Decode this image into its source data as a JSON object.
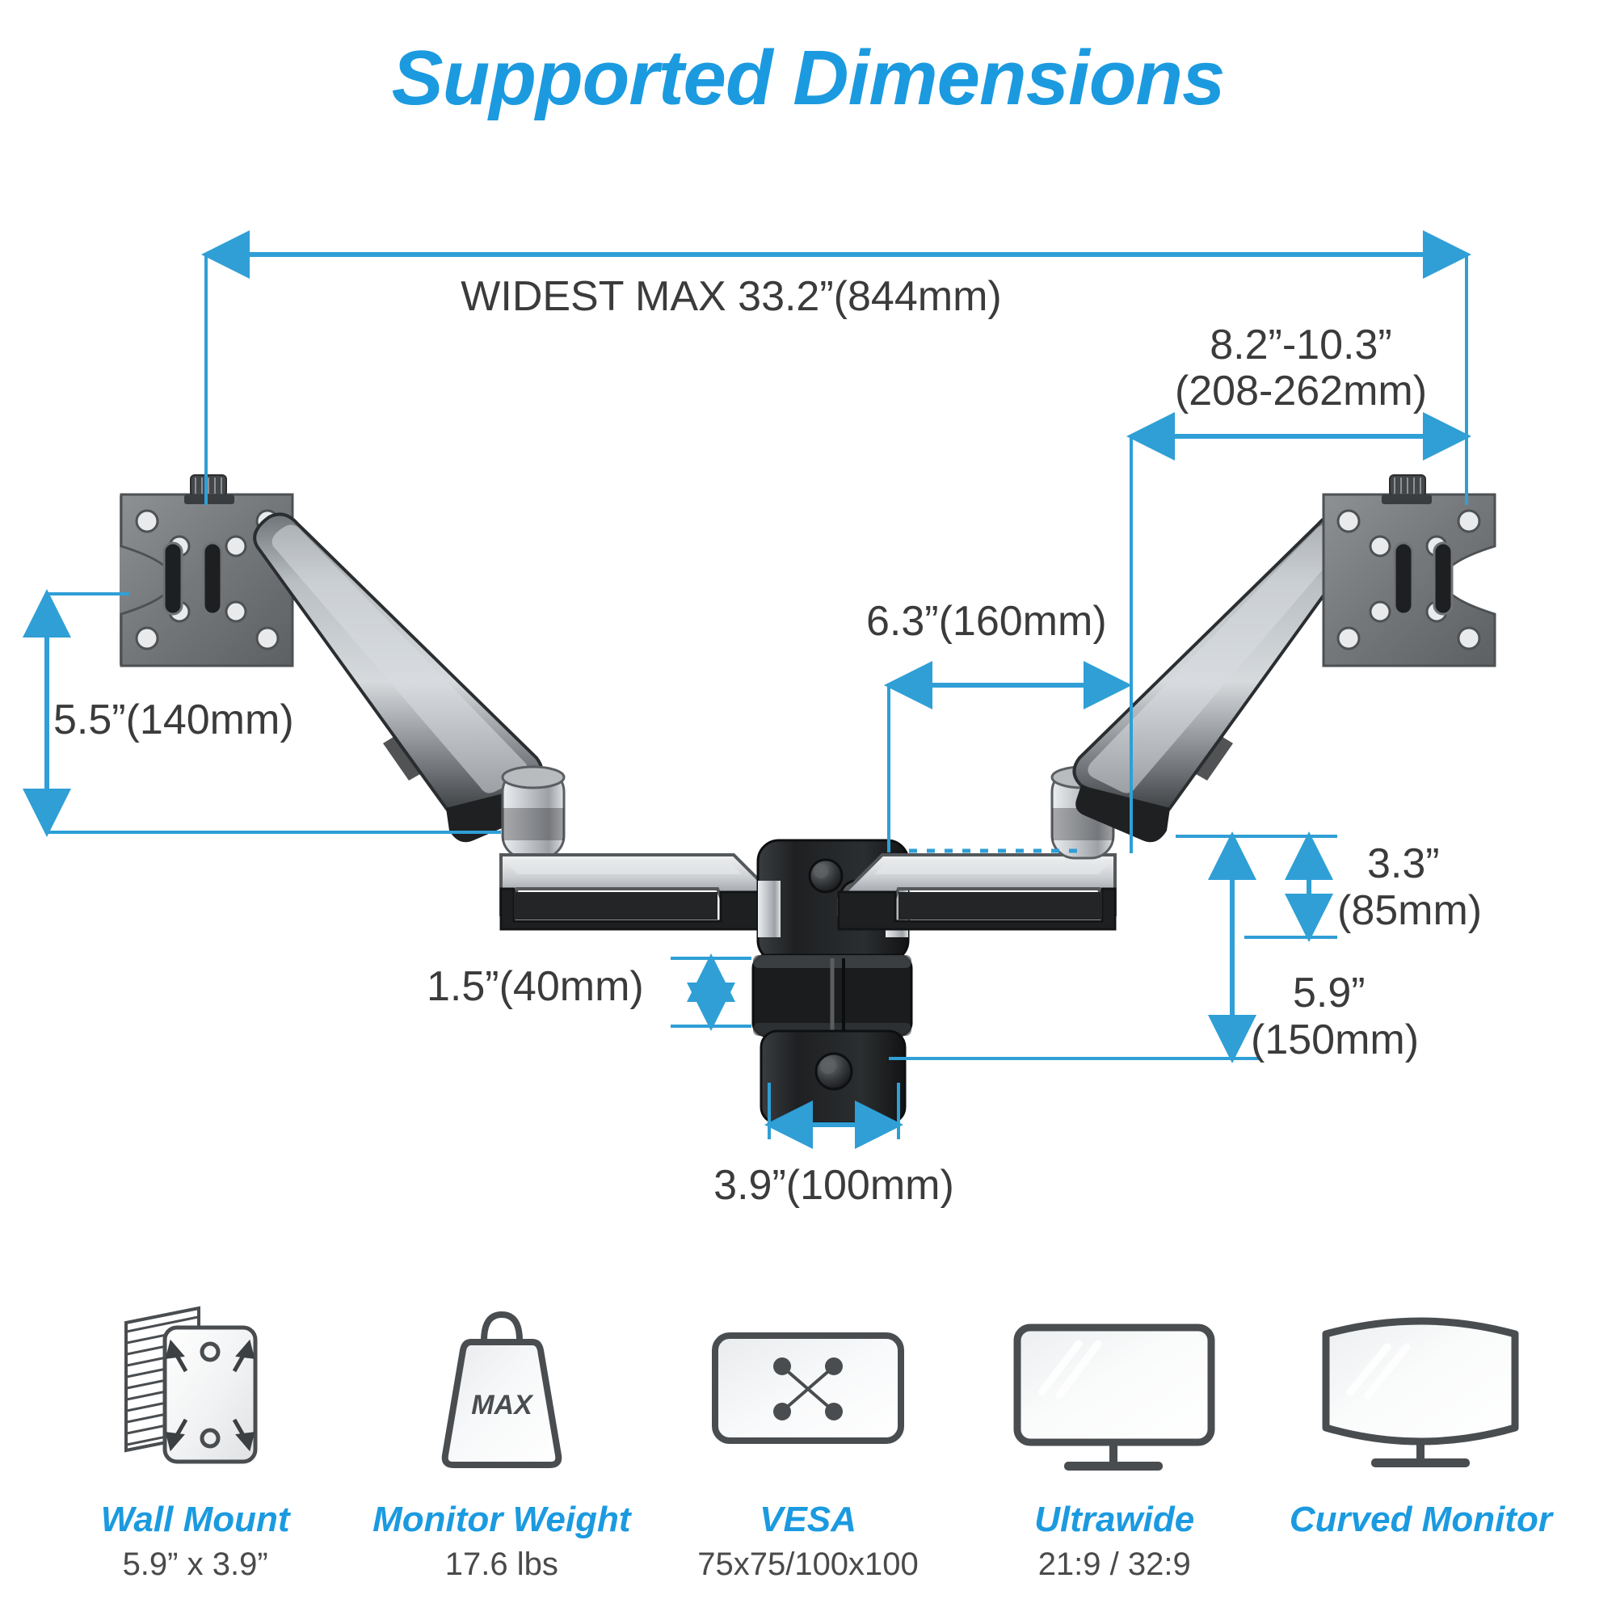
{
  "title": "Supported Dimensions",
  "colors": {
    "accent": "#1b9ae0",
    "dimension_line": "#2f9fd6",
    "text_dark": "#3b3b3b",
    "hardware_dark": "#2e2e2e",
    "hardware_silver": "#c9ccce"
  },
  "dimensions": {
    "widest_max": "WIDEST MAX 33.2”(844mm)",
    "arm_reach_in": "8.2”-10.3”",
    "arm_reach_mm": "(208-262mm)",
    "head_height": "5.5”(140mm)",
    "arm_segment": "6.3”(160mm)",
    "drop_small_in": "3.3”",
    "drop_small_mm": "(85mm)",
    "drop_large_in": "5.9”",
    "drop_large_mm": "(150mm)",
    "plate_thickness": "1.5”(40mm)",
    "plate_width": "3.9”(100mm)"
  },
  "features": [
    {
      "icon": "wall-mount-icon",
      "title": "Wall Mount",
      "sub": "5.9” x 3.9”"
    },
    {
      "icon": "weight-icon",
      "title": "Monitor Weight",
      "sub": "17.6 lbs",
      "icon_label": "MAX"
    },
    {
      "icon": "vesa-icon",
      "title": "VESA",
      "sub": "75x75/100x100"
    },
    {
      "icon": "ultrawide-monitor-icon",
      "title": "Ultrawide",
      "sub": "21:9 / 32:9"
    },
    {
      "icon": "curved-monitor-icon",
      "title": "Curved Monitor",
      "sub": ""
    }
  ]
}
